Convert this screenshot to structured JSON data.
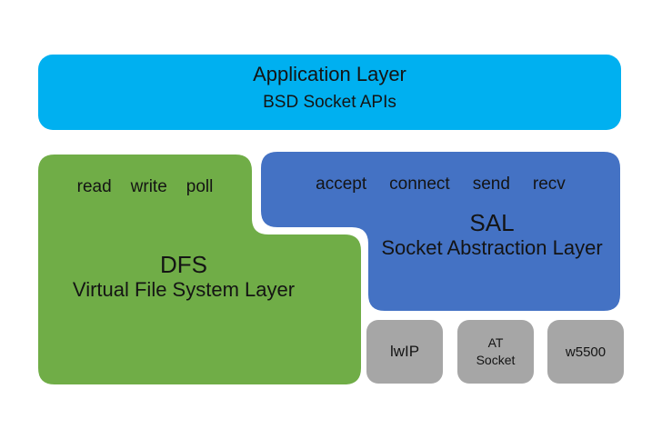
{
  "diagram": {
    "background": "#ffffff",
    "text_color": "#141414",
    "application_layer": {
      "title": "Application Layer",
      "subtitle": "BSD Socket APIs",
      "color": "#00b0f0"
    },
    "dfs_layer": {
      "color": "#70ad47",
      "apis": [
        "read",
        "write",
        "poll"
      ],
      "acronym": "DFS",
      "name": "Virtual File System Layer"
    },
    "sal_layer": {
      "color": "#4472c4",
      "apis": [
        "accept",
        "connect",
        "send",
        "recv"
      ],
      "acronym": "SAL",
      "name": "Socket Abstraction Layer"
    },
    "backends": {
      "color": "#a6a6a6",
      "items": [
        {
          "label": "lwIP"
        },
        {
          "label": "AT Socket"
        },
        {
          "label": "w5500"
        }
      ]
    }
  }
}
